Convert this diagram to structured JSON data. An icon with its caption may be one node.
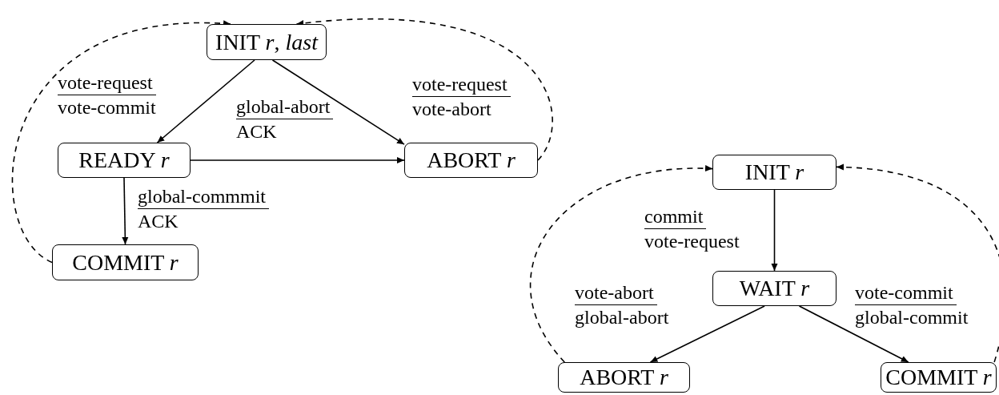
{
  "diagram": {
    "nodes": [
      {
        "text": [
          "INIT *r*, *last*"
        ]
      },
      {
        "text": [
          "READY *r*"
        ]
      },
      {
        "text": [
          "ABORT *r*"
        ]
      },
      {
        "text": [
          "COMMIT *r*"
        ]
      },
      {
        "text": [
          "INIT *r*"
        ]
      },
      {
        "text": [
          "WAIT *r*"
        ]
      },
      {
        "text": [
          "ABORT *r*"
        ]
      },
      {
        "text": [
          "COMMIT *r*"
        ]
      }
    ],
    "edges": [
      {
        "from": 0,
        "to": 1,
        "arrow": "to",
        "label": "vote-request vote-commit"
      },
      {
        "from": 0,
        "to": 2,
        "arrow": "to",
        "label": "vote-request vote-abort"
      },
      {
        "from": 1,
        "to": 2,
        "arrow": "to",
        "label": "global-abort ACK"
      },
      {
        "from": 1,
        "to": 3,
        "arrow": "to",
        "label": "global-commmit ACK"
      },
      {
        "from": 3,
        "to": 0,
        "arrow": "to",
        "style": "dashed"
      },
      {
        "from": 2,
        "to": 0,
        "arrow": "to",
        "style": "dashed"
      },
      {
        "from": 4,
        "to": 5,
        "arrow": "to",
        "label": "commit vote-request"
      },
      {
        "from": 5,
        "to": 6,
        "arrow": "to",
        "label": "vote-abort global-abort"
      },
      {
        "from": 5,
        "to": 7,
        "arrow": "to",
        "label": "vote-commit global-commit"
      },
      {
        "from": 6,
        "to": 4,
        "arrow": "to",
        "style": "dashed"
      },
      {
        "from": 7,
        "to": 4,
        "arrow": "to",
        "style": "dashed"
      }
    ]
  }
}
